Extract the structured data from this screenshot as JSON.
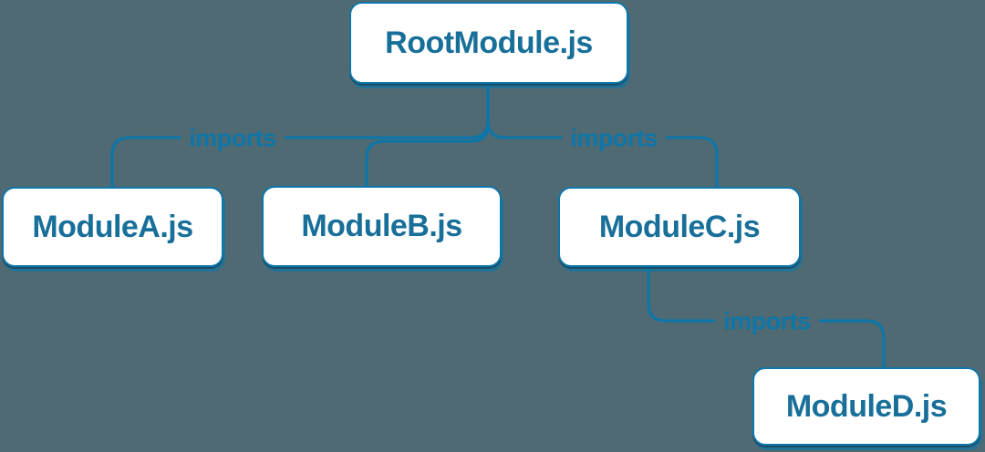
{
  "diagram": {
    "type": "module-dependency-tree",
    "colors": {
      "background": "#4f6a72",
      "edge_line": "#0e76a8",
      "node_background": "#ffffff",
      "node_border": "#0d76a9",
      "node_text": "#186f99",
      "edge_label_text": "#0e76a8"
    },
    "nodes": [
      {
        "id": "root",
        "label": "RootModule.js"
      },
      {
        "id": "a",
        "label": "ModuleA.js"
      },
      {
        "id": "b",
        "label": "ModuleB.js"
      },
      {
        "id": "c",
        "label": "ModuleC.js"
      },
      {
        "id": "d",
        "label": "ModuleD.js"
      }
    ],
    "edges": [
      {
        "from": "RootModule.js",
        "to": "ModuleA.js",
        "label": "imports"
      },
      {
        "from": "RootModule.js",
        "to": "ModuleB.js",
        "label": ""
      },
      {
        "from": "RootModule.js",
        "to": "ModuleC.js",
        "label": "imports"
      },
      {
        "from": "ModuleC.js",
        "to": "ModuleD.js",
        "label": "imports"
      }
    ]
  }
}
